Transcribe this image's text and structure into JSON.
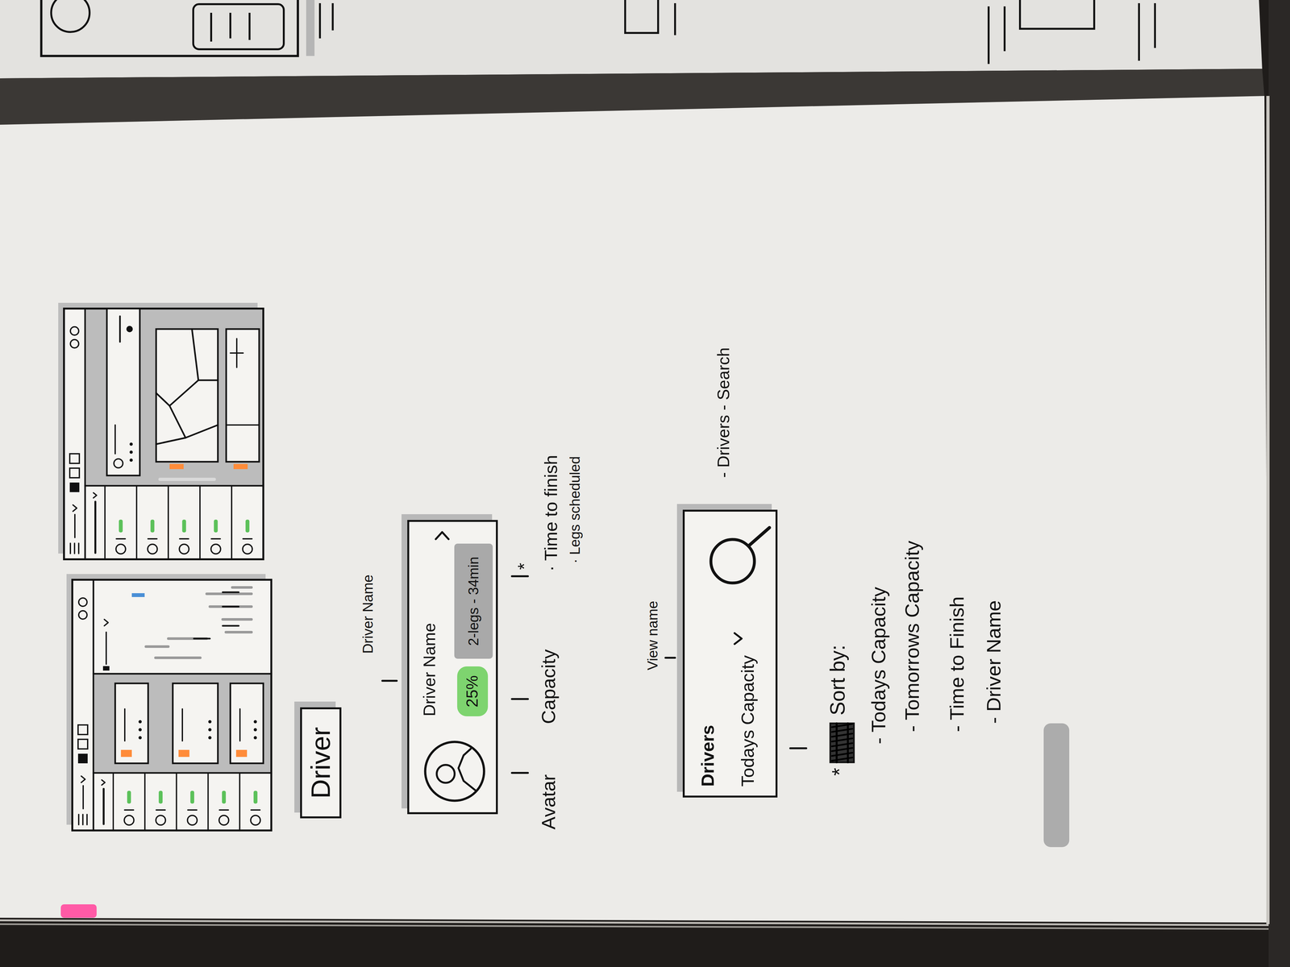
{
  "diagram": {
    "nodes": [
      {
        "text": [
          "Driver"
        ]
      },
      {
        "text": [
          "Driver Name"
        ]
      },
      {
        "text": [
          "25%"
        ],
        "in": 1
      },
      {
        "text": [
          "2-legs - 34min"
        ],
        "in": 1
      },
      {
        "text": [
          "Drivers",
          "Todays Capacity"
        ]
      }
    ],
    "labels": [
      "Driver Name",
      "Avatar",
      "Capacity",
      "*",
      "· Time to finish",
      "· Legs scheduled",
      "View name",
      "- Drivers - Search",
      "*",
      "Sort by:",
      "- Todays Capacity",
      "- Tomorrows Capacity",
      "- Time to Finish",
      "- Driver Name"
    ]
  }
}
